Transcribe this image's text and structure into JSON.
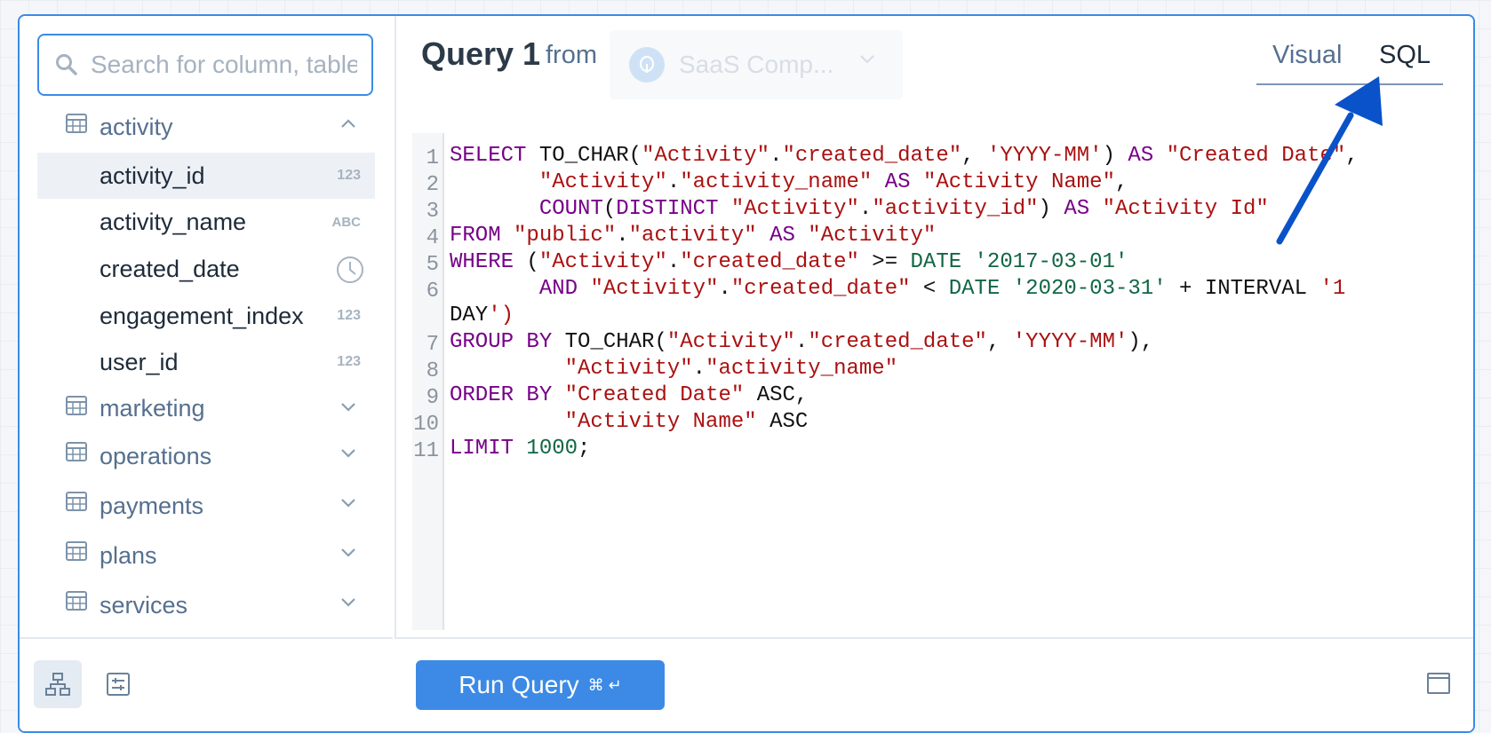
{
  "search": {
    "placeholder": "Search for column, table"
  },
  "tree": {
    "tables": [
      {
        "name": "activity"
      },
      {
        "name": "marketing"
      },
      {
        "name": "operations"
      },
      {
        "name": "payments"
      },
      {
        "name": "plans"
      },
      {
        "name": "services"
      }
    ],
    "columns": [
      {
        "name": "activity_id",
        "type": "123"
      },
      {
        "name": "activity_name",
        "type": "ABC"
      },
      {
        "name": "created_date",
        "type": "clock"
      },
      {
        "name": "engagement_index",
        "type": "123"
      },
      {
        "name": "user_id",
        "type": "123"
      }
    ]
  },
  "header": {
    "title": "Query 1",
    "from_label": "from",
    "source_name": "SaaS Comp..."
  },
  "tabs": {
    "visual": "Visual",
    "sql": "SQL",
    "active": "SQL"
  },
  "editor": {
    "line_numbers": [
      "1",
      "2",
      "3",
      "4",
      "5",
      "6",
      "7",
      "8",
      "9",
      "10",
      "11"
    ],
    "sql": [
      "SELECT TO_CHAR(\"Activity\".\"created_date\", 'YYYY-MM') AS \"Created Date\",",
      "       \"Activity\".\"activity_name\" AS \"Activity Name\",",
      "       COUNT(DISTINCT \"Activity\".\"activity_id\") AS \"Activity Id\"",
      "FROM \"public\".\"activity\" AS \"Activity\"",
      "WHERE (\"Activity\".\"created_date\" >= DATE '2017-03-01'",
      "       AND \"Activity\".\"created_date\" < DATE '2020-03-31' + INTERVAL '1",
      "DAY')",
      "GROUP BY TO_CHAR(\"Activity\".\"created_date\", 'YYYY-MM'),",
      "         \"Activity\".\"activity_name\"",
      "ORDER BY \"Created Date\" ASC,",
      "         \"Activity Name\" ASC",
      "LIMIT 1000;"
    ]
  },
  "footer": {
    "run_label": "Run Query",
    "run_shortcut": "⌘ ↵"
  },
  "colors": {
    "accent": "#3c8ae6",
    "keyword": "#770088",
    "string": "#aa1111",
    "number": "#116644",
    "annotation": "#0a52c9"
  }
}
